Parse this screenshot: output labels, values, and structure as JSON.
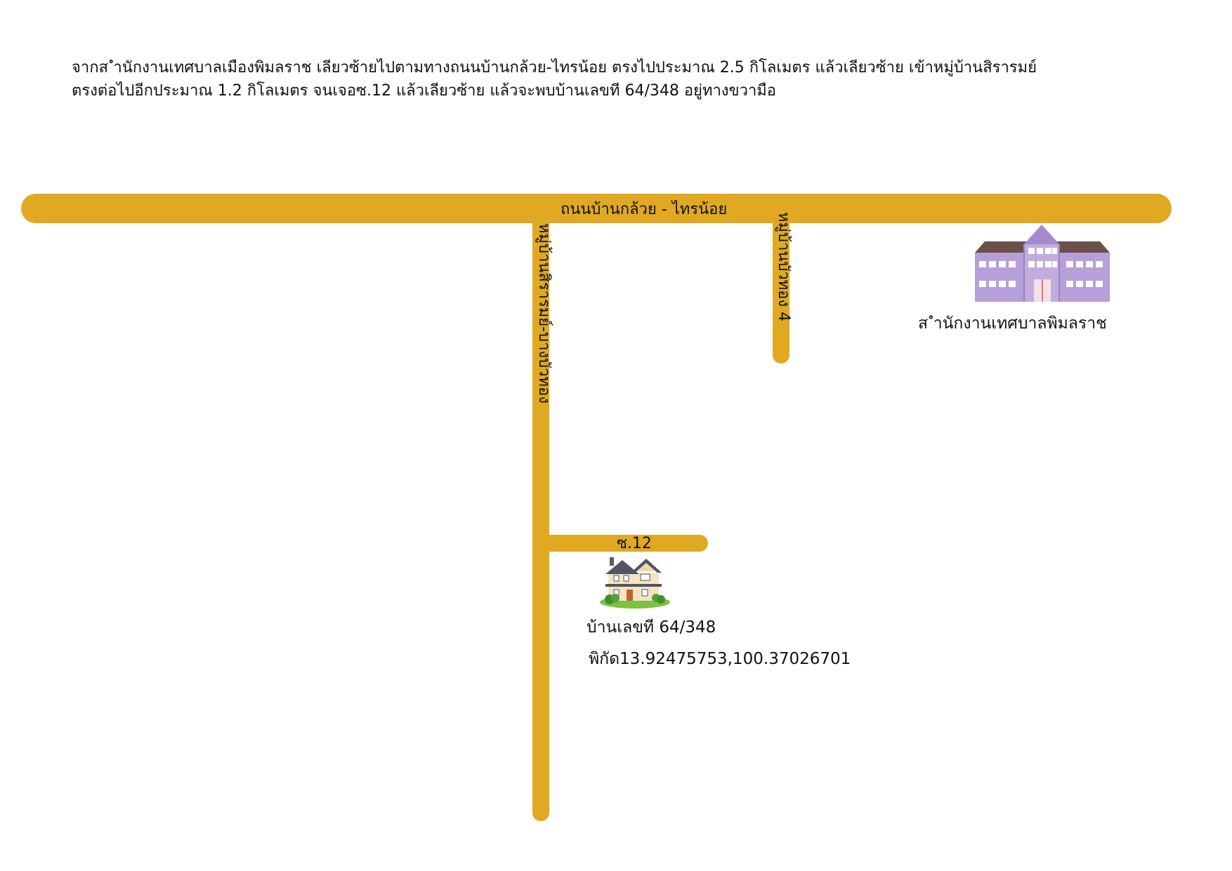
{
  "directions": {
    "line1": "จากส ำนักงานเทศบาลเมืองพิมลราช เลียวซ้ายไปตามทางถนนบ้านกล้วย-ไทรน้อย ตรงไปประมาณ 2.5 กิโลเมตร แล้วเลียวซ้าย เข้าหมู่บ้านสิรารมย์",
    "line2": "ตรงต่อไปอีกประมาณ 1.2 กิโลเมตร จนเจอซ.12 แล้วเลียวซ้าย แล้วจะพบบ้านเลขที 64/348 อยู่ทางขวามือ"
  },
  "roads": {
    "main": "ถนนบ้านกล้วย - ไทรน้อย",
    "village": "หมู่บ้านสิรารมย์-บางบัวทอง",
    "moo4": "หมู่บ้านบัวทอง 4",
    "soi12": "ซ.12"
  },
  "landmarks": {
    "office": {
      "label": "ส ำนักงานเทศบาลพิมลราช",
      "icon": "municipal-office-building-icon"
    },
    "house": {
      "label": "บ้านเลขที 64/348",
      "coordinates": "พิกัด13.92475753,100.37026701",
      "icon": "house-icon"
    }
  },
  "colors": {
    "road": "#e0a921",
    "building": "#b79fd9",
    "building_roof": "#6b4f4b",
    "lawn": "#7cc242"
  }
}
